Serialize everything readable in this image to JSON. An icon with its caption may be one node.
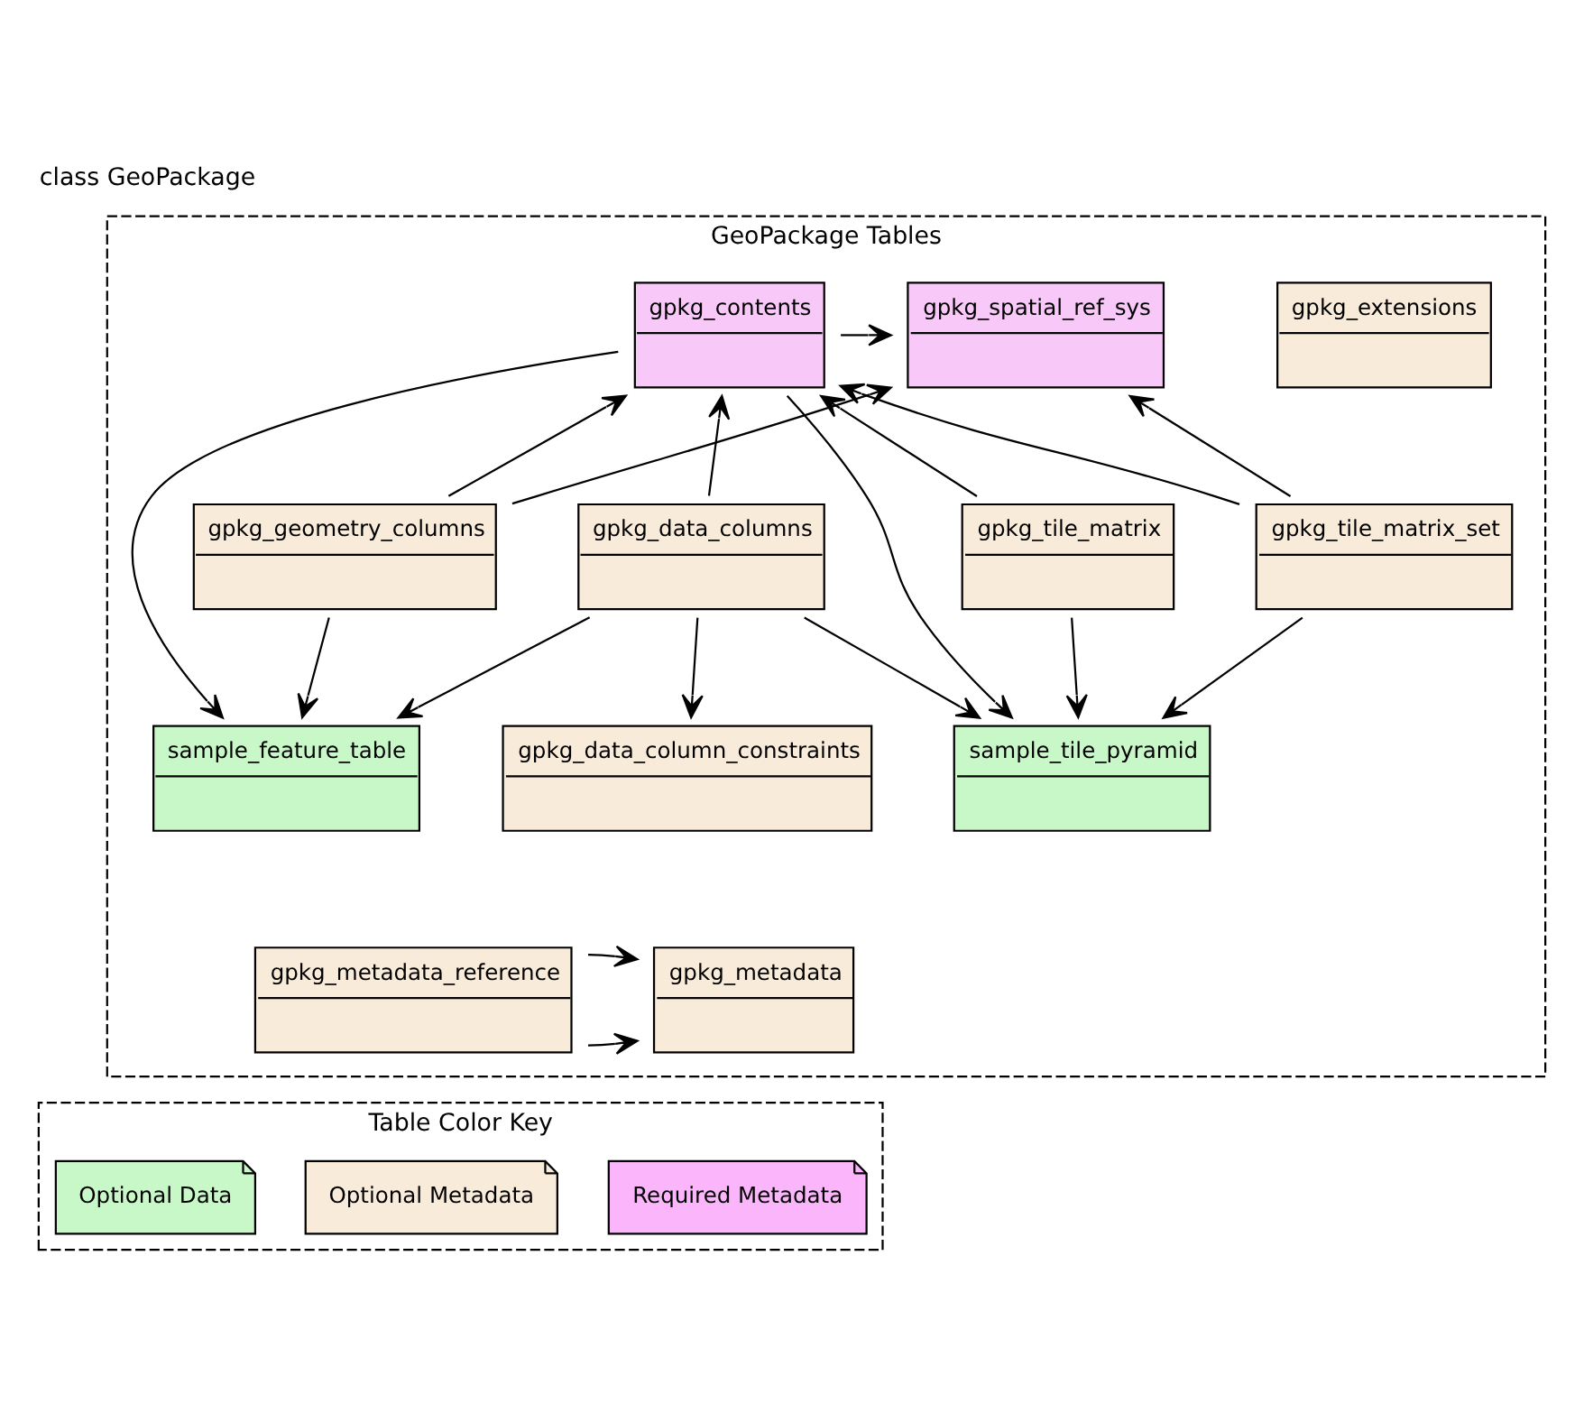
{
  "diagram": {
    "title": "class GeoPackage",
    "nodes": [
      {
        "text": [
          "GeoPackage Tables"
        ]
      },
      {
        "text": [
          "gpkg_spatial_ref_sys"
        ],
        "in": 0
      },
      {
        "text": [
          "gpkg_contents"
        ],
        "in": 0
      },
      {
        "text": [
          "gpkg_extensions"
        ],
        "in": 0
      },
      {
        "text": [
          "gpkg_tile_matrix_set"
        ],
        "in": 0
      },
      {
        "text": [
          "gpkg_geometry_columns"
        ],
        "in": 0
      },
      {
        "text": [
          "gpkg_data_columns"
        ],
        "in": 0
      },
      {
        "text": [
          "gpkg_tile_matrix"
        ],
        "in": 0
      },
      {
        "text": [
          "sample_feature_table"
        ],
        "in": 0
      },
      {
        "text": [
          "gpkg_data_column_constraints"
        ],
        "in": 0
      },
      {
        "text": [
          "sample_tile_pyramid"
        ],
        "in": 0
      },
      {
        "text": [
          "gpkg_metadata"
        ],
        "in": 0
      },
      {
        "text": [
          "gpkg_metadata_reference"
        ],
        "in": 0
      },
      {
        "text": [
          "Table Color Key"
        ]
      },
      {
        "text": [
          "Required Metadata"
        ],
        "in": 13
      },
      {
        "text": [
          "Optional Metadata"
        ],
        "in": 13
      },
      {
        "text": [
          "Optional Data"
        ],
        "in": 13
      }
    ],
    "edges": [
      {
        "from": 2,
        "to": 1,
        "arrow": "to"
      },
      {
        "from": 4,
        "to": 1,
        "arrow": "to"
      },
      {
        "from": 4,
        "to": 2,
        "arrow": "to"
      },
      {
        "from": 5,
        "to": 1,
        "arrow": "to"
      },
      {
        "from": 5,
        "to": 2,
        "arrow": "to"
      },
      {
        "from": 2,
        "to": 8,
        "arrow": "to"
      },
      {
        "from": 6,
        "to": 2,
        "arrow": "to"
      },
      {
        "from": 2,
        "to": 10,
        "arrow": "to"
      },
      {
        "from": 7,
        "to": 2,
        "arrow": "to"
      },
      {
        "from": 4,
        "to": 10,
        "arrow": "to"
      },
      {
        "from": 5,
        "to": 8,
        "arrow": "to"
      },
      {
        "from": 6,
        "to": 8,
        "arrow": "to"
      },
      {
        "from": 6,
        "to": 9,
        "arrow": "to"
      },
      {
        "from": 6,
        "to": 10,
        "arrow": "to"
      },
      {
        "from": 7,
        "to": 10,
        "arrow": "to"
      },
      {
        "from": 12,
        "to": 11,
        "arrow": "to"
      },
      {
        "from": 12,
        "to": 11,
        "arrow": "to"
      }
    ]
  }
}
